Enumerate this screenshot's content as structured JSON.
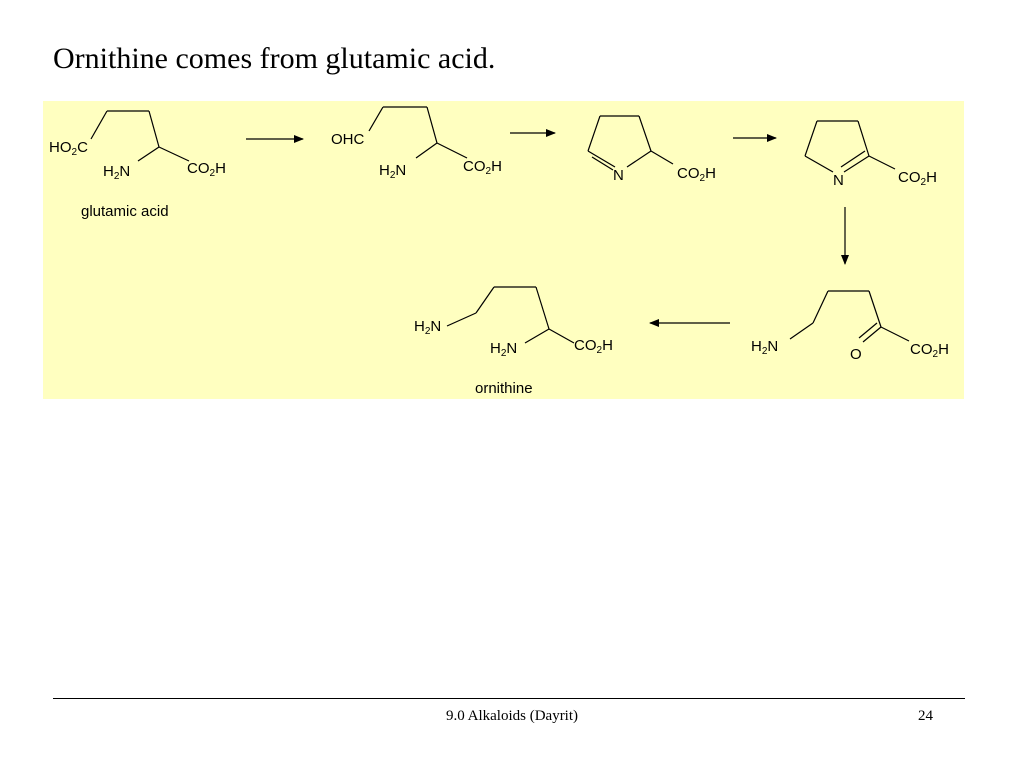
{
  "slide": {
    "title": "Ornithine comes from glutamic acid."
  },
  "scheme": {
    "background_color": "#ffffc0",
    "compounds": [
      {
        "name": "glutamic acid",
        "labels": {
          "left_group": "HO₂C",
          "amine": "H₂N",
          "acid": "CO₂H"
        }
      },
      {
        "name": "",
        "labels": {
          "left_group": "OHC",
          "amine": "H₂N",
          "acid": "CO₂H"
        }
      },
      {
        "name": "",
        "labels": {
          "nitrogen": "N",
          "acid": "CO₂H"
        }
      },
      {
        "name": "",
        "labels": {
          "nitrogen": "N",
          "acid": "CO₂H"
        }
      },
      {
        "name": "",
        "labels": {
          "amine": "H₂N",
          "oxygen": "O",
          "acid": "CO₂H"
        }
      },
      {
        "name": "ornithine",
        "labels": {
          "amine_side": "H₂N",
          "amine": "H₂N",
          "acid": "CO₂H"
        }
      }
    ],
    "arrows": [
      {
        "from": "glutamic acid",
        "to": "aldehyde",
        "direction": "right"
      },
      {
        "from": "aldehyde",
        "to": "cyclic imine",
        "direction": "right"
      },
      {
        "from": "cyclic imine",
        "to": "isomeric imine",
        "direction": "right"
      },
      {
        "from": "isomeric imine",
        "to": "keto acid",
        "direction": "down"
      },
      {
        "from": "keto acid",
        "to": "ornithine",
        "direction": "left"
      }
    ]
  },
  "footer": {
    "center_text": "9.0 Alkaloids (Dayrit)",
    "page_number": "24"
  }
}
